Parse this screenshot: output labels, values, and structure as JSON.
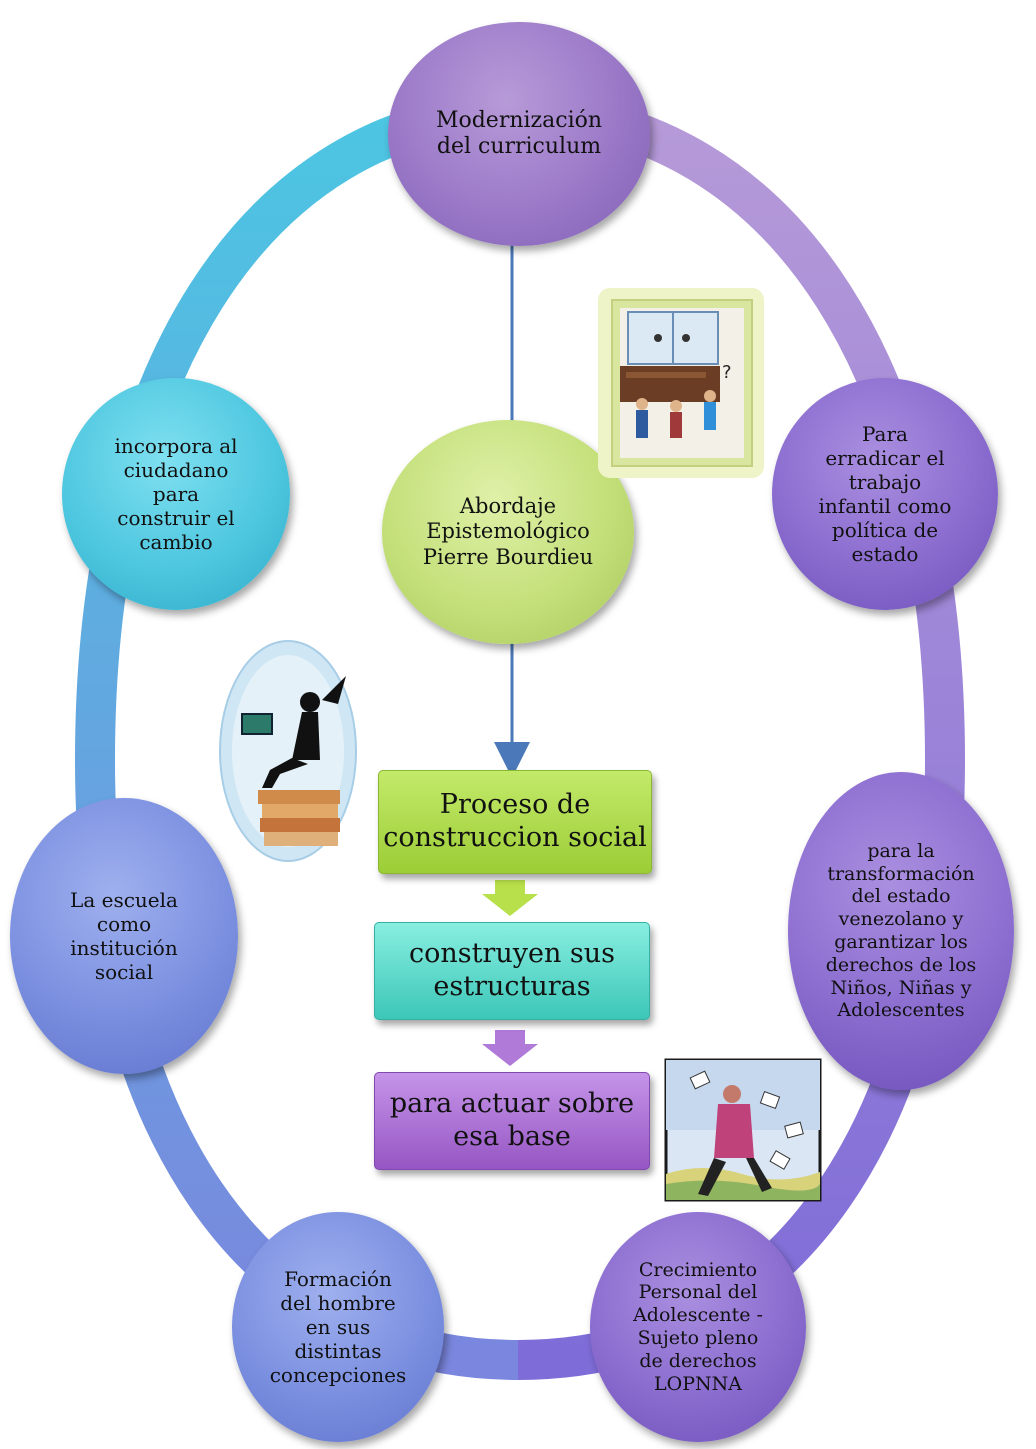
{
  "title": "",
  "nodes": {
    "top": "Modernización\ndel curriculum",
    "center": "Abordaje\nEpistemológico\nPierre Bourdieu",
    "upper_left": "incorpora al\nciudadano\npara\nconstruir el\ncambio",
    "upper_right": "Para\nerradicar el\ntrabajo\ninfantil como\npolítica de\nestado",
    "mid_left": "La escuela\ncomo\ninstitución\nsocial",
    "mid_right": "para la\ntransformación\ndel estado\nvenezolano y\ngarantizar los\nderechos de los\nNiños, Niñas y\nAdolescentes",
    "bottom_left": "Formación\ndel hombre\nen sus\ndistintas\nconcepciones",
    "bottom_right": "Crecimiento\nPersonal del\nAdolescente -\nSujeto pleno\nde derechos\nLOPNNA"
  },
  "boxes": {
    "process": "Proceso de\nconstruccion social",
    "structures": "construyen sus\nestructuras",
    "act": "para actuar sobre\nesa base"
  },
  "colors": {
    "ring_top": "#a98fd6",
    "ring_left": "#3ec3e0",
    "ring_bottom": "#7b8fe0",
    "arrow": "#4a78b8",
    "process_box": "#a6d63c",
    "structures_box": "#4fd1c5",
    "act_box": "#9b5fc9"
  }
}
